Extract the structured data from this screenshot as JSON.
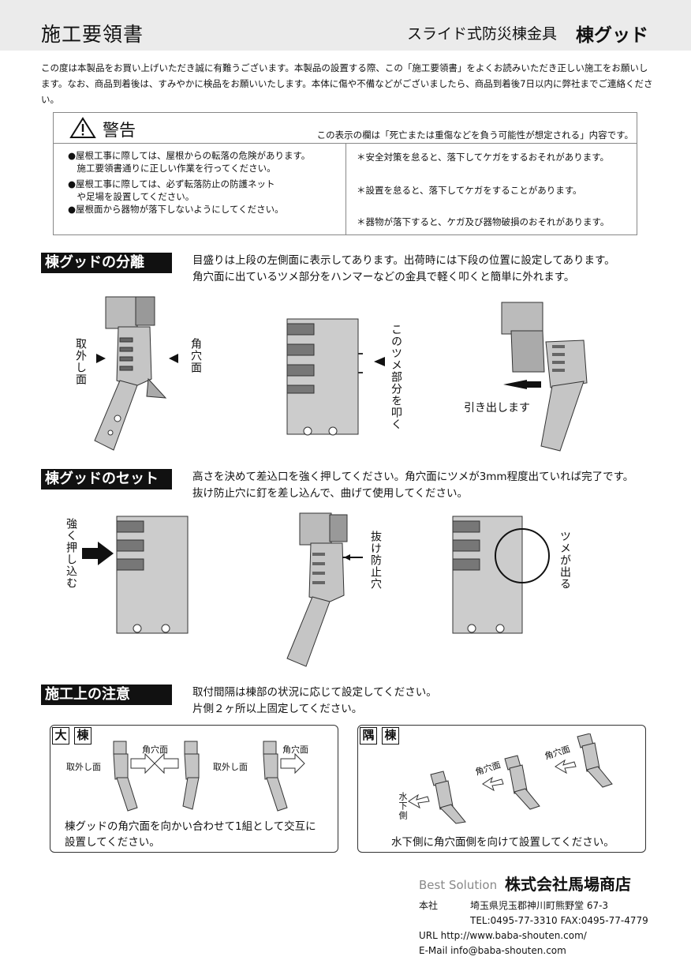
{
  "header": {
    "title": "施工要領書",
    "subtitle": "スライド式防災棟金具",
    "product": "棟グッド"
  },
  "intro": "この度は本製品をお買い上げいただき誠に有難うございます。本製品の設置する際、この「施工要領書」をよくお読みいただき正しい施工をお願いします。なお、商品到着後は、すみやかに検品をお願いいたします。本体に傷や不備などがございましたら、商品到着後7日以内に弊社までご連絡ください。",
  "warning": {
    "label": "警告",
    "desc": "この表示の欄は「死亡または重傷などを負う可能性が想定される」内容です。",
    "left": [
      "●屋根工事に際しては、屋根からの転落の危険があります。",
      "　施工要領書通りに正しい作業を行ってください。",
      "●屋根工事に際しては、必ず転落防止の防護ネット",
      "　や足場を設置してください。",
      "●屋根面から器物が落下しないようにしてください。"
    ],
    "right": [
      "＊安全対策を怠ると、落下してケガをするおそれがあります。",
      "＊設置を怠ると、落下してケガをすることがあります。",
      "＊器物が落下すると、ケガ及び器物破損のおそれがあります。"
    ]
  },
  "sec1": {
    "title": "棟グッドの分離",
    "text1": "目盛りは上段の左側面に表示してあります。出荷時には下段の位置に設定してあります。",
    "text2": "角穴面に出ているツメ部分をハンマーなどの金具で軽く叩くと簡単に外れます。",
    "label_left": "取外し面",
    "label_right": "角穴面",
    "label_tap": "このツメ部分を叩く",
    "label_pull": "引き出します"
  },
  "sec2": {
    "title": "棟グッドのセット",
    "text1": "高さを決めて差込口を強く押してください。角穴面にツメが3mm程度出ていれば完了です。",
    "text2": "抜け防止穴に釘を差し込んで、曲げて使用してください。",
    "label_push": "強く押し込む",
    "label_hole": "抜け防止穴",
    "label_claw": "ツメが出る"
  },
  "sec3": {
    "title": "施工上の注意",
    "text1": "取付間隔は棟部の状況に応じて設定してください。",
    "text2": "片側２ヶ所以上固定してください。",
    "boxA": {
      "tag1": "大",
      "tag2": "棟",
      "l1": "取外し面",
      "l2": "角穴面",
      "l3": "取外し面",
      "l4": "角穴面",
      "note1": "棟グッドの角穴面を向かい合わせて1組として交互に",
      "note2": "設置してください。"
    },
    "boxB": {
      "tag1": "隅",
      "tag2": "棟",
      "l1": "角穴面",
      "l2": "角穴面",
      "l3": "水下側",
      "note": "水下側に角穴面側を向けて設置してください。"
    }
  },
  "footer": {
    "slogan": "Best Solution",
    "company": "株式会社馬場商店",
    "hq_label": "本社",
    "address": "埼玉県児玉郡神川町熊野堂 67-3",
    "tel": "TEL:0495-77-3310  FAX:0495-77-4779",
    "url": "URL   http://www.baba-shouten.com/",
    "email": "E-Mail   info@baba-shouten.com"
  }
}
